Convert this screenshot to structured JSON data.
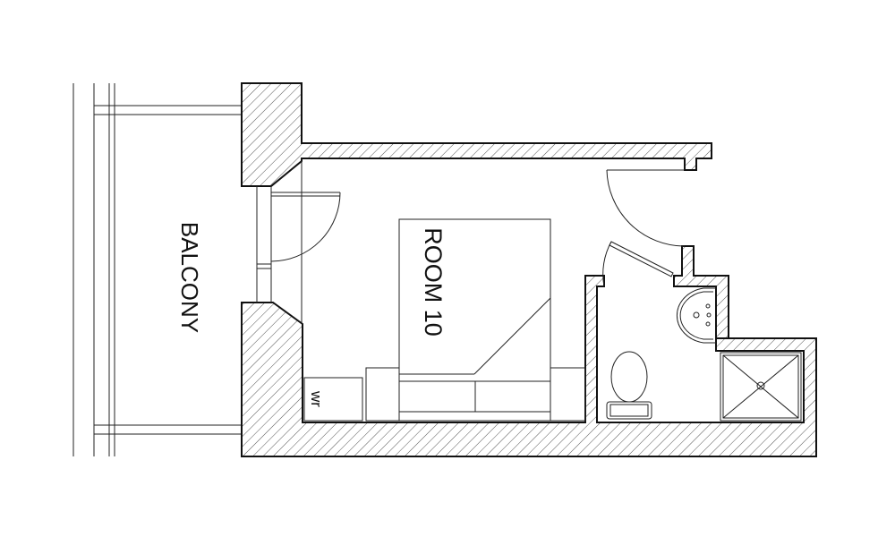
{
  "labels": {
    "balcony": "BALCONY",
    "room": "ROOM 10",
    "wardrobe": "wr"
  },
  "colors": {
    "line": "#111111",
    "hatch": "#555555",
    "background": "#ffffff"
  }
}
